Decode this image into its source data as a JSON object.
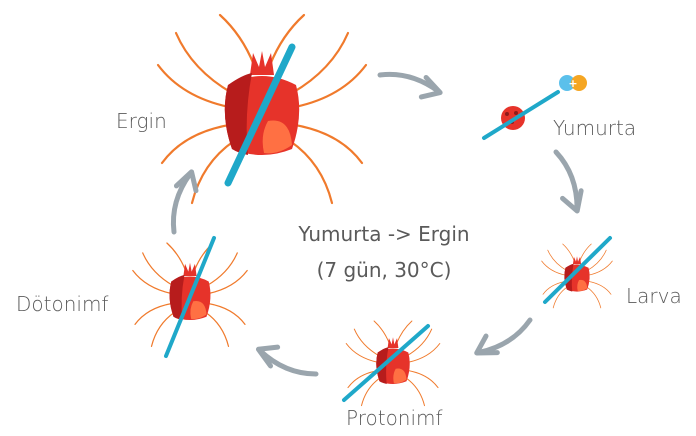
{
  "stages": {
    "ergin": "Ergin",
    "yumurta": "Yumurta",
    "larva": "Larva",
    "protonimf": "Protonimf",
    "dotonimf": "Dötonimf"
  },
  "center": {
    "line1": "Yumurta -> Ergin",
    "line2": "(7 gün, 30°C)"
  },
  "colors": {
    "body_red": "#e6332a",
    "body_dark": "#b71c1c",
    "body_light": "#ff7043",
    "leg_orange": "#f07a2c",
    "strike_blue": "#1fa8c9",
    "arrow_gray": "#9aa5ad",
    "text_gray": "#5a5a5a",
    "egg_blue": "#5bc0eb",
    "egg_orange": "#f5a623"
  }
}
